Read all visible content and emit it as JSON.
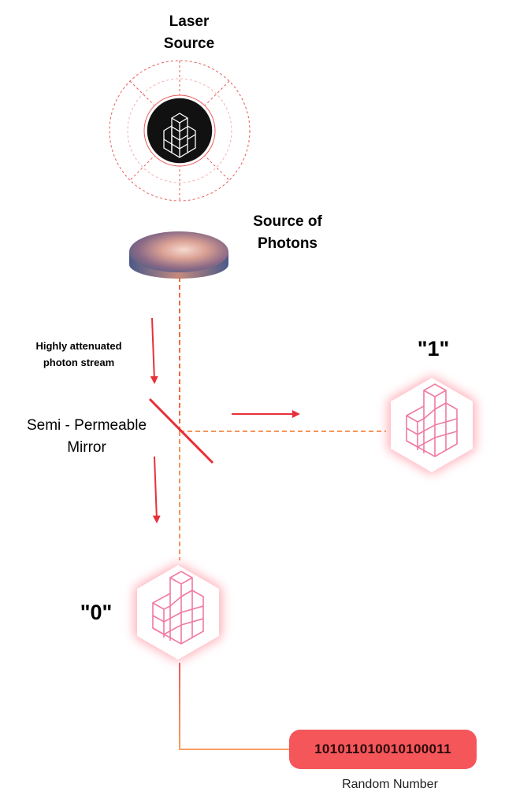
{
  "labels": {
    "laser_source": "Laser\nSource",
    "source_of_photons": "Source of\nPhotons",
    "attenuated_stream": "Highly attenuated\nphoton stream",
    "mirror": "Semi - Permeable\nMirror",
    "detector_one": "\"1\"",
    "detector_zero": "\"0\"",
    "random_number_value": "101011010010100011",
    "random_number_caption": "Random Number"
  },
  "colors": {
    "arrow": "#e8303a",
    "beam": "#f26a3e",
    "wire_top": "#f2545a",
    "wire_bottom": "#f5a060",
    "detector_glow": "#ff8a9a",
    "detector_lattice": "#f07aa0",
    "badge": "#f4565a",
    "dashed_ring": "#f0b0b0"
  },
  "icons": {
    "laser": "laser-emitter-icon",
    "photon_source": "photon-disc-icon",
    "detector": "cube-lattice-detector-icon"
  }
}
